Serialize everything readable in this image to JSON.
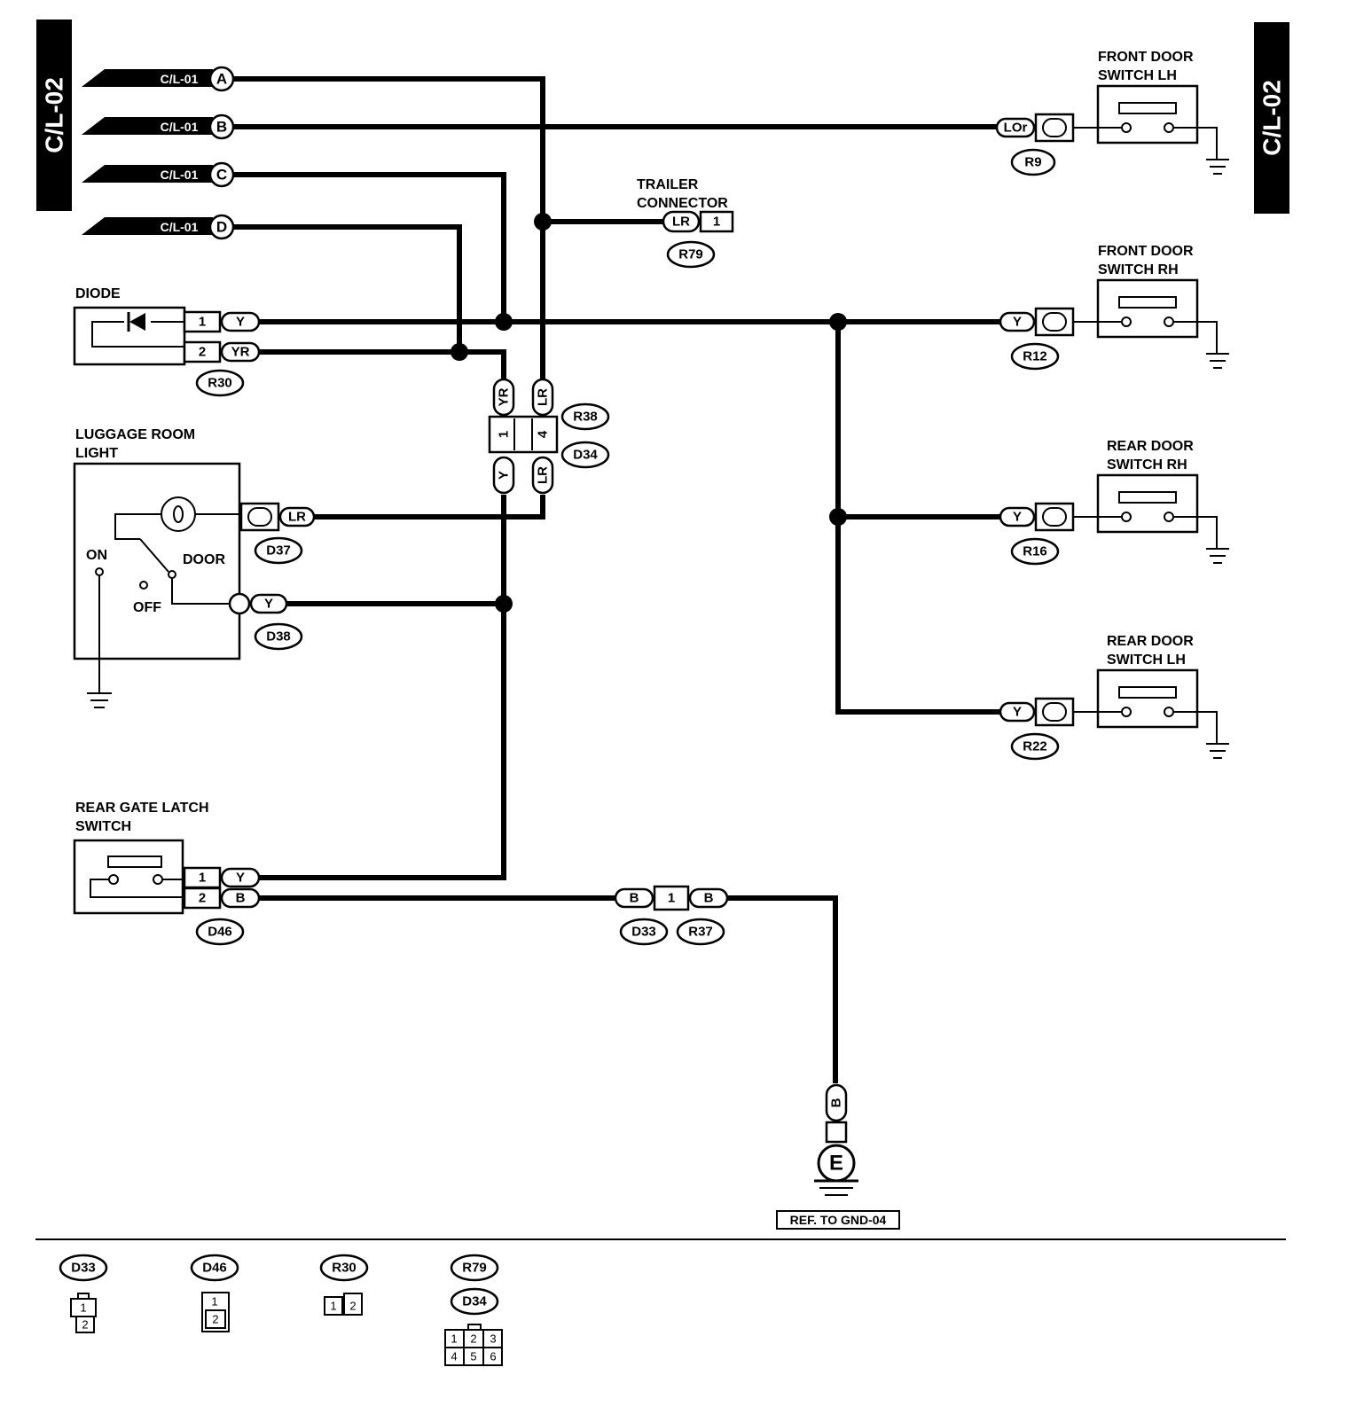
{
  "side_tab": "C/L-02",
  "input_connectors": [
    {
      "ref": "C/L-01",
      "letter": "A"
    },
    {
      "ref": "C/L-01",
      "letter": "B"
    },
    {
      "ref": "C/L-01",
      "letter": "C"
    },
    {
      "ref": "C/L-01",
      "letter": "D"
    }
  ],
  "components": {
    "front_door_lh": {
      "line1": "FRONT DOOR",
      "line2": "SWITCH LH",
      "wire": "LOr",
      "connector": "R9"
    },
    "front_door_rh": {
      "line1": "FRONT DOOR",
      "line2": "SWITCH RH",
      "wire": "Y",
      "connector": "R12"
    },
    "rear_door_rh": {
      "line1": "REAR DOOR",
      "line2": "SWITCH RH",
      "wire": "Y",
      "connector": "R16"
    },
    "rear_door_lh": {
      "line1": "REAR DOOR",
      "line2": "SWITCH LH",
      "wire": "Y",
      "connector": "R22"
    },
    "trailer": {
      "line1": "TRAILER",
      "line2": "CONNECTOR",
      "wire": "LR",
      "pin": "1",
      "connector": "R79"
    },
    "diode": {
      "label": "DIODE",
      "pin1": "1",
      "wire1": "Y",
      "pin2": "2",
      "wire2": "YR",
      "connector": "R30"
    },
    "junction": {
      "top_left_wire": "YR",
      "top_right_wire": "LR",
      "pin_left": "1",
      "pin_right": "4",
      "bottom_left_wire": "Y",
      "bottom_right_wire": "LR",
      "connector_top": "R38",
      "connector_bottom": "D34"
    },
    "luggage": {
      "line1": "LUGGAGE ROOM",
      "line2": "LIGHT",
      "on": "ON",
      "off": "OFF",
      "door": "DOOR",
      "wire_lr": "LR",
      "connector_lr": "D37",
      "wire_y": "Y",
      "connector_y": "D38"
    },
    "rear_gate": {
      "line1": "REAR GATE LATCH",
      "line2": "SWITCH",
      "pin1": "1",
      "wire1": "Y",
      "pin2": "2",
      "wire2": "B",
      "connector": "D46"
    },
    "ground_joint": {
      "wire_left": "B",
      "pin": "1",
      "wire_right": "B",
      "connector_left": "D33",
      "connector_right": "R37"
    },
    "ground": {
      "wire": "B",
      "symbol": "E",
      "ref": "REF. TO GND-04"
    }
  },
  "legend": [
    {
      "connector": "D33",
      "pins": [
        "1",
        "2"
      ]
    },
    {
      "connector": "D46",
      "pins": [
        "1",
        "2"
      ]
    },
    {
      "connector": "R30",
      "pins": [
        "1",
        "2"
      ]
    },
    {
      "connector_top": "R79",
      "connector": "D34",
      "pins": [
        "1",
        "2",
        "3",
        "4",
        "5",
        "6"
      ]
    }
  ]
}
